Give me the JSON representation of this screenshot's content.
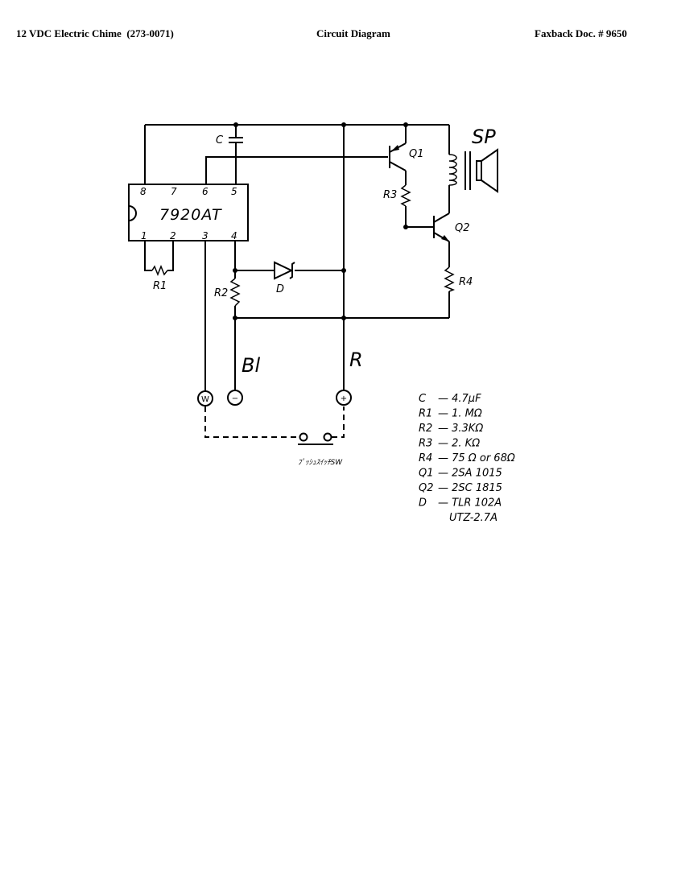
{
  "header": {
    "left": "12 VDC Electric Chime  (273-0071)",
    "center": "Circuit Diagram",
    "right": "Faxback Doc. # 9650"
  },
  "schematic": {
    "ic_label": "7920AT",
    "pins": [
      "8",
      "7",
      "6",
      "5",
      "1",
      "2",
      "3",
      "4"
    ],
    "labels": {
      "c": "C",
      "q1": "Q1",
      "q2": "Q2",
      "r1": "R1",
      "r2": "R2",
      "r3": "R3",
      "r4": "R4",
      "d": "D",
      "sp": "SP",
      "bl": "Bl",
      "r": "R"
    },
    "terminals": {
      "w": "W",
      "minus": "−",
      "plus": "+"
    },
    "switch_label": "ﾌﾟｯｼｭｽｲｯﾁSW"
  },
  "parts_list": [
    {
      "ref": "C",
      "value": "— 4.7μF"
    },
    {
      "ref": "R1",
      "value": "— 1. MΩ"
    },
    {
      "ref": "R2",
      "value": "— 3.3KΩ"
    },
    {
      "ref": "R3",
      "value": "— 2. KΩ"
    },
    {
      "ref": "R4",
      "value": "— 75 Ω or 68Ω"
    },
    {
      "ref": "Q1",
      "value": "— 2SA 1015"
    },
    {
      "ref": "Q2",
      "value": "— 2SC 1815"
    },
    {
      "ref": "D",
      "value": "— TLR 102A"
    },
    {
      "ref": "",
      "value": "UTZ-2.7A"
    }
  ]
}
